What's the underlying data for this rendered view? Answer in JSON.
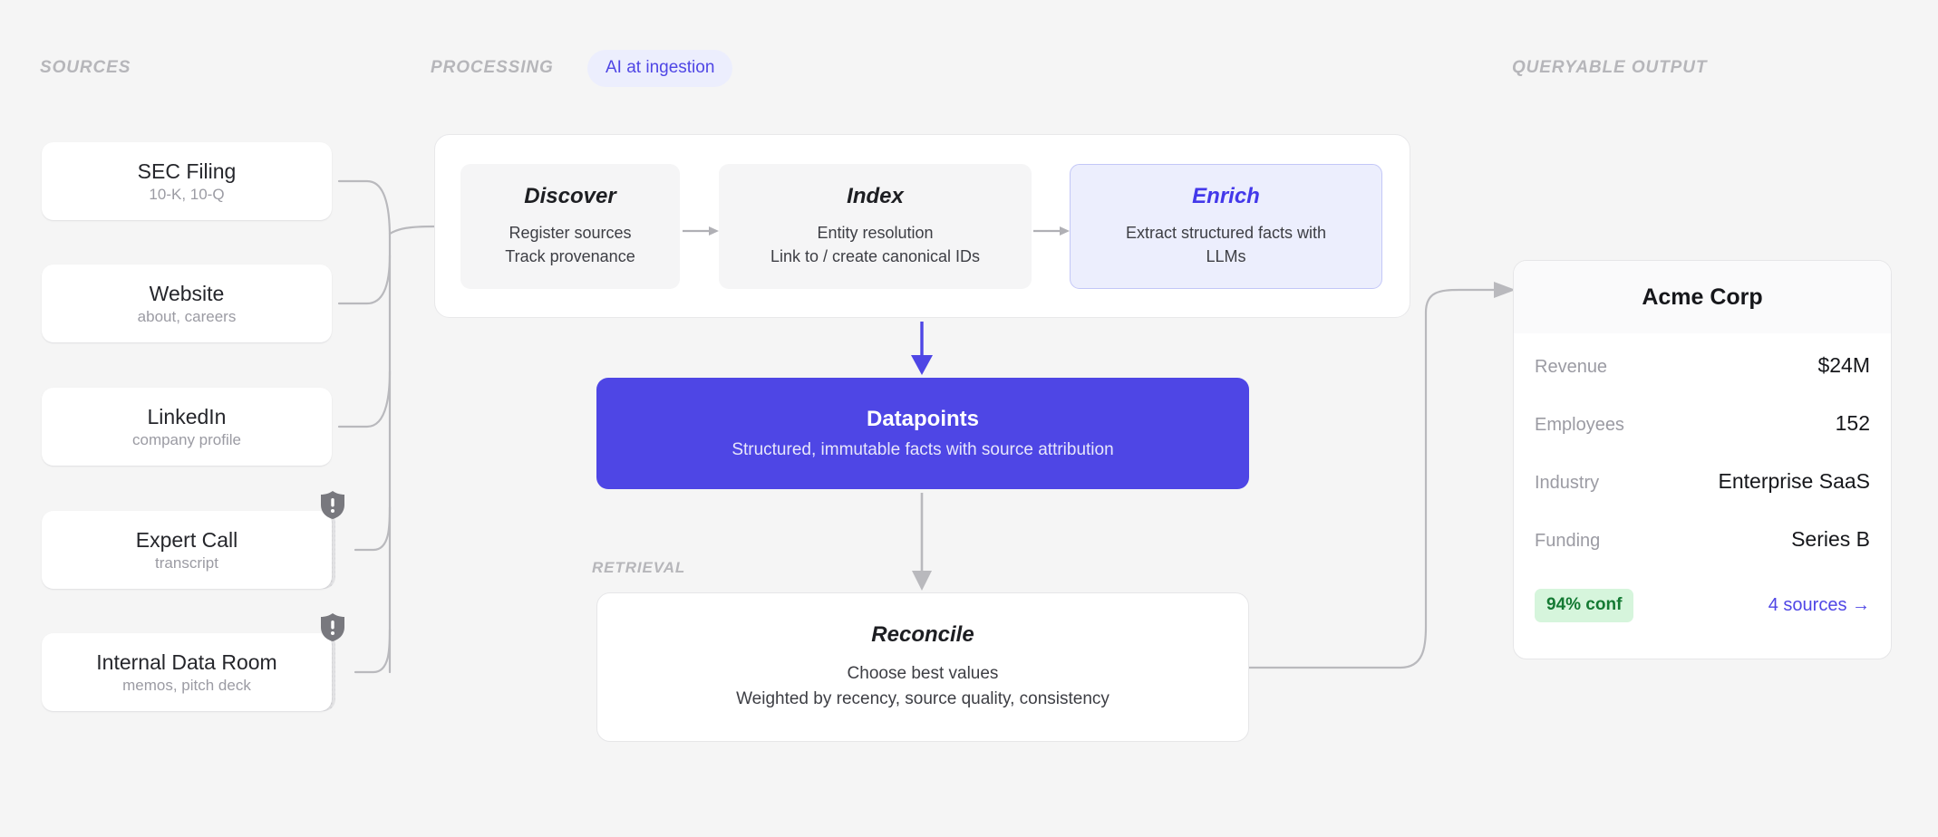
{
  "sections": {
    "sources_label": "SOURCES",
    "processing_label": "PROCESSING",
    "output_label": "QUERYABLE OUTPUT",
    "retrieval_label": "RETRIEVAL",
    "ai_pill": "AI at ingestion"
  },
  "colors": {
    "accent_purple": "#4e46e5",
    "accent_blue_text": "#4338ea",
    "enrich_bg": "#eceefd",
    "enrich_border": "#c3c7f7",
    "pill_bg": "#eceefd",
    "pill_text": "#4f46e5",
    "confidence_bg": "#d6f5dc",
    "confidence_text": "#147a33",
    "page_bg": "#f5f5f5",
    "muted_text": "#9b9ba3",
    "wire": "#b9b9bd"
  },
  "sources": [
    {
      "title": "SEC Filing",
      "subtitle": "10-K, 10-Q",
      "restricted": false
    },
    {
      "title": "Website",
      "subtitle": "about, careers",
      "restricted": false
    },
    {
      "title": "LinkedIn",
      "subtitle": "company profile",
      "restricted": false
    },
    {
      "title": "Expert Call",
      "subtitle": "transcript",
      "restricted": true,
      "badge_icon": "shield-alert-icon"
    },
    {
      "title": "Internal Data Room",
      "subtitle": "memos, pitch deck",
      "restricted": true,
      "badge_icon": "shield-alert-icon"
    }
  ],
  "pipeline": {
    "stages": [
      {
        "title": "Discover",
        "lines": [
          "Register sources",
          "Track provenance"
        ],
        "highlighted": false
      },
      {
        "title": "Index",
        "lines": [
          "Entity resolution",
          "Link to / create canonical IDs"
        ],
        "highlighted": false
      },
      {
        "title": "Enrich",
        "lines": [
          "Extract structured facts with",
          "LLMs"
        ],
        "highlighted": true
      }
    ]
  },
  "datapoints": {
    "title": "Datapoints",
    "subtitle": "Structured, immutable facts with source attribution"
  },
  "reconcile": {
    "title": "Reconcile",
    "lines": [
      "Choose best values",
      "Weighted by recency, source quality, consistency"
    ]
  },
  "output": {
    "company": "Acme Corp",
    "rows": [
      {
        "key": "Revenue",
        "value": "$24M"
      },
      {
        "key": "Employees",
        "value": "152"
      },
      {
        "key": "Industry",
        "value": "Enterprise SaaS"
      },
      {
        "key": "Funding",
        "value": "Series B"
      }
    ],
    "confidence": "94% conf",
    "sources_link": "4 sources →"
  }
}
